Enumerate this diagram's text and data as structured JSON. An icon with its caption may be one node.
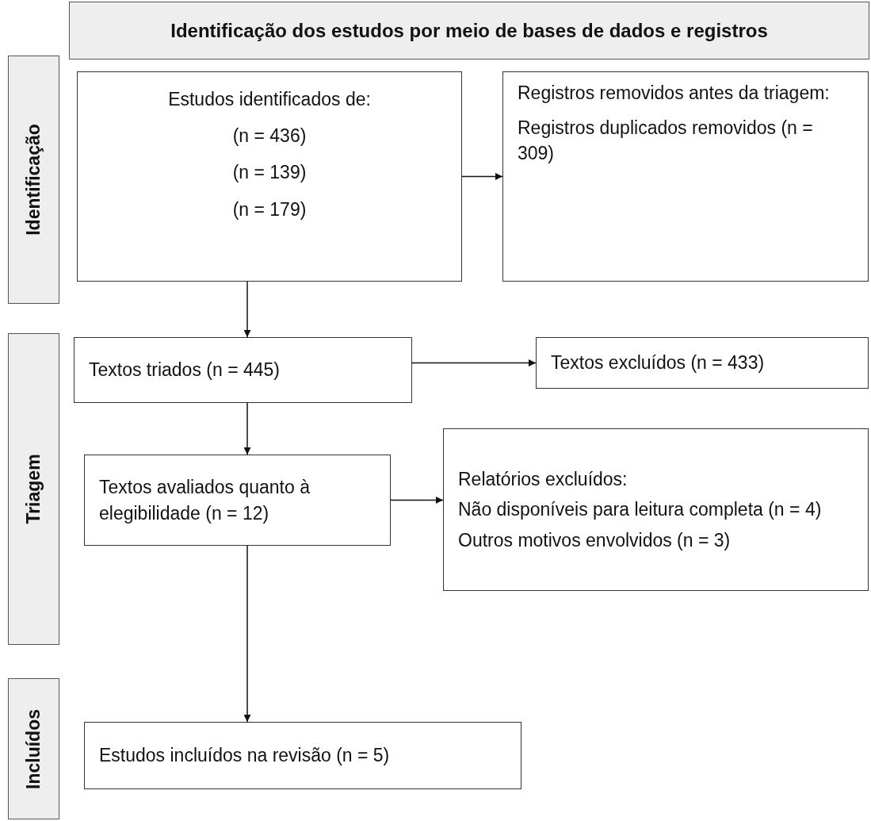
{
  "diagram": {
    "nodes": [
      {
        "text": [
          "Identificação dos estudos por meio de bases de dados e registros"
        ]
      },
      {
        "text": [
          "Identificação"
        ]
      },
      {
        "text": [
          "Triagem"
        ]
      },
      {
        "text": [
          "Incluídos"
        ]
      },
      {
        "text": [
          "Estudos identificados de:",
          "(n = 436)",
          "(n = 139)",
          "(n = 179)"
        ]
      },
      {
        "text": [
          "Registros removidos antes da triagem:",
          "Registros duplicados removidos (n = 309)"
        ]
      },
      {
        "text": [
          "Textos triados (n = 445)"
        ]
      },
      {
        "text": [
          "Textos excluídos (n = 433)"
        ]
      },
      {
        "text": [
          "Textos avaliados quanto à elegibilidade (n = 12)"
        ]
      },
      {
        "text": [
          "Relatórios excluídos:",
          "Não disponíveis para leitura completa (n = 4)",
          "Outros motivos envolvidos (n = 3)"
        ]
      },
      {
        "text": [
          "Estudos incluídos na revisão (n = 5)"
        ]
      }
    ],
    "edges": [
      {
        "from": 4,
        "to": 5,
        "arrow": "to"
      },
      {
        "from": 4,
        "to": 6,
        "arrow": "to"
      },
      {
        "from": 6,
        "to": 7,
        "arrow": "to"
      },
      {
        "from": 6,
        "to": 8,
        "arrow": "to"
      },
      {
        "from": 8,
        "to": 9,
        "arrow": "to"
      },
      {
        "from": 8,
        "to": 10,
        "arrow": "to"
      }
    ]
  }
}
